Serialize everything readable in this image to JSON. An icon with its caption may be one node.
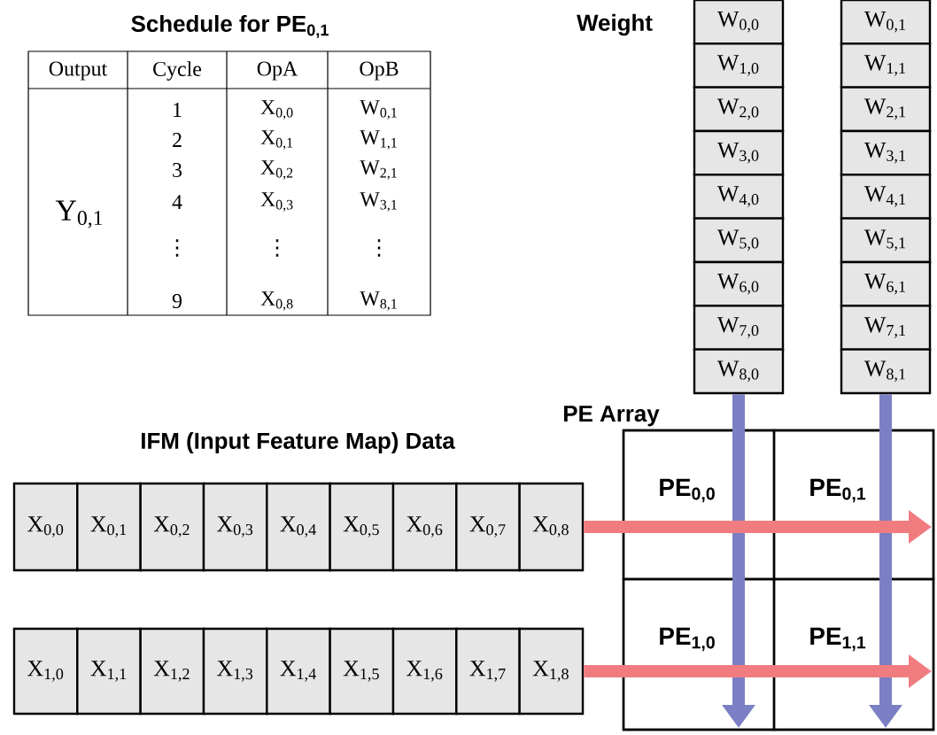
{
  "diagram": {
    "nodes": [
      {
        "text": [
          "PE Array"
        ]
      },
      {
        "text": [
          "PE$_{0,0}$"
        ],
        "in": 0
      },
      {
        "text": [
          "PE$_{0,1}$"
        ],
        "in": 0
      },
      {
        "text": [
          "PE$_{1,0}$"
        ],
        "in": 0
      },
      {
        "text": [
          "PE$_{1,1}$"
        ],
        "in": 0
      },
      {
        "text": [
          "W$_{0,0}$"
        ]
      },
      {
        "text": [
          "W$_{1,0}$"
        ]
      },
      {
        "text": [
          "W$_{2,0}$"
        ]
      },
      {
        "text": [
          "W$_{3,0}$"
        ]
      },
      {
        "text": [
          "W$_{4,0}$"
        ]
      },
      {
        "text": [
          "W$_{5,0}$"
        ]
      },
      {
        "text": [
          "W$_{6,0}$"
        ]
      },
      {
        "text": [
          "W$_{7,0}$"
        ]
      },
      {
        "text": [
          "W$_{8,0}$"
        ]
      },
      {
        "text": [
          "W$_{0,1}$"
        ]
      },
      {
        "text": [
          "W$_{1,1}$"
        ]
      },
      {
        "text": [
          "W$_{2,1}$"
        ]
      },
      {
        "text": [
          "W$_{3,1}$"
        ]
      },
      {
        "text": [
          "W$_{4,1}$"
        ]
      },
      {
        "text": [
          "W$_{5,1}$"
        ]
      },
      {
        "text": [
          "W$_{6,1}$"
        ]
      },
      {
        "text": [
          "W$_{7,1}$"
        ]
      },
      {
        "text": [
          "W$_{8,1}$"
        ]
      },
      {
        "text": [
          "X$_{0,0}$"
        ]
      },
      {
        "text": [
          "X$_{0,1}$"
        ]
      },
      {
        "text": [
          "X$_{0,2}$"
        ]
      },
      {
        "text": [
          "X$_{0,3}$"
        ]
      },
      {
        "text": [
          "X$_{0,4}$"
        ]
      },
      {
        "text": [
          "X$_{0,5}$"
        ]
      },
      {
        "text": [
          "X$_{0,6}$"
        ]
      },
      {
        "text": [
          "X$_{0,7}$"
        ]
      },
      {
        "text": [
          "X$_{0,8}$"
        ]
      },
      {
        "text": [
          "X$_{1,0}$"
        ]
      },
      {
        "text": [
          "X$_{1,1}$"
        ]
      },
      {
        "text": [
          "X$_{1,2}$"
        ]
      },
      {
        "text": [
          "X$_{1,3}$"
        ]
      },
      {
        "text": [
          "X$_{1,4}$"
        ]
      },
      {
        "text": [
          "X$_{1,5}$"
        ]
      },
      {
        "text": [
          "X$_{1,6}$"
        ]
      },
      {
        "text": [
          "X$_{1,7}$"
        ]
      },
      {
        "text": [
          "X$_{1,8}$"
        ]
      }
    ],
    "edges": [
      {
        "from": 13,
        "to": 1,
        "arrow": "to",
        "color": "#7b7fc4"
      },
      {
        "from": 13,
        "to": 3,
        "arrow": "to",
        "color": "#7b7fc4"
      },
      {
        "from": 22,
        "to": 2,
        "arrow": "to",
        "color": "#7b7fc4"
      },
      {
        "from": 22,
        "to": 4,
        "arrow": "to",
        "color": "#7b7fc4"
      },
      {
        "from": 31,
        "to": 1,
        "arrow": "to",
        "color": "#f07c80"
      },
      {
        "from": 31,
        "to": 2,
        "arrow": "to",
        "color": "#f07c80"
      },
      {
        "from": 40,
        "to": 3,
        "arrow": "to",
        "color": "#f07c80"
      },
      {
        "from": 40,
        "to": 4,
        "arrow": "to",
        "color": "#f07c80"
      }
    ],
    "labels": [
      "Schedule for PE$_{0,1}$",
      "Output",
      "Cycle",
      "OpA",
      "OpB",
      "Y$_{0,1}$",
      "1",
      "X$_{0,0}$",
      "W$_{0,1}$",
      "2",
      "X$_{0,1}$",
      "W$_{1,1}$",
      "3",
      "X$_{0,2}$",
      "W$_{2,1}$",
      "4",
      "X$_{0,3}$",
      "W$_{3,1}$",
      "⋮",
      "⋮",
      "⋮",
      "9",
      "X$_{0,8}$",
      "W$_{8,1}$",
      "Weight",
      "IFM (Input Feature Map) Data"
    ]
  }
}
